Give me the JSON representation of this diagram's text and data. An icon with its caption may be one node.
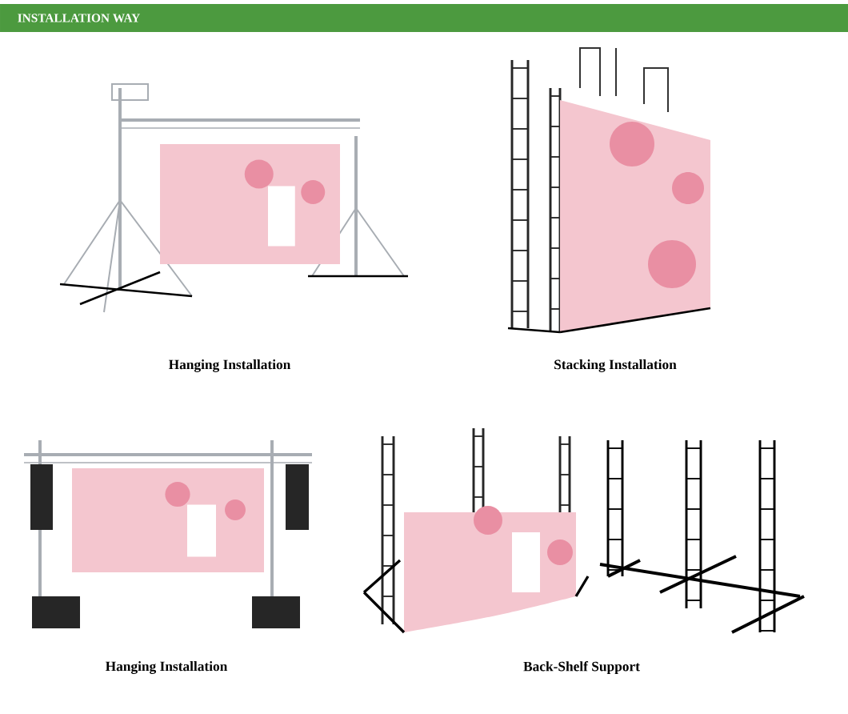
{
  "diagram": {
    "title": "INSTALLATION WAY",
    "labels": [
      "Hanging Installation",
      "Stacking Installation",
      "Hanging Installation",
      "Back-Shelf Support"
    ]
  }
}
